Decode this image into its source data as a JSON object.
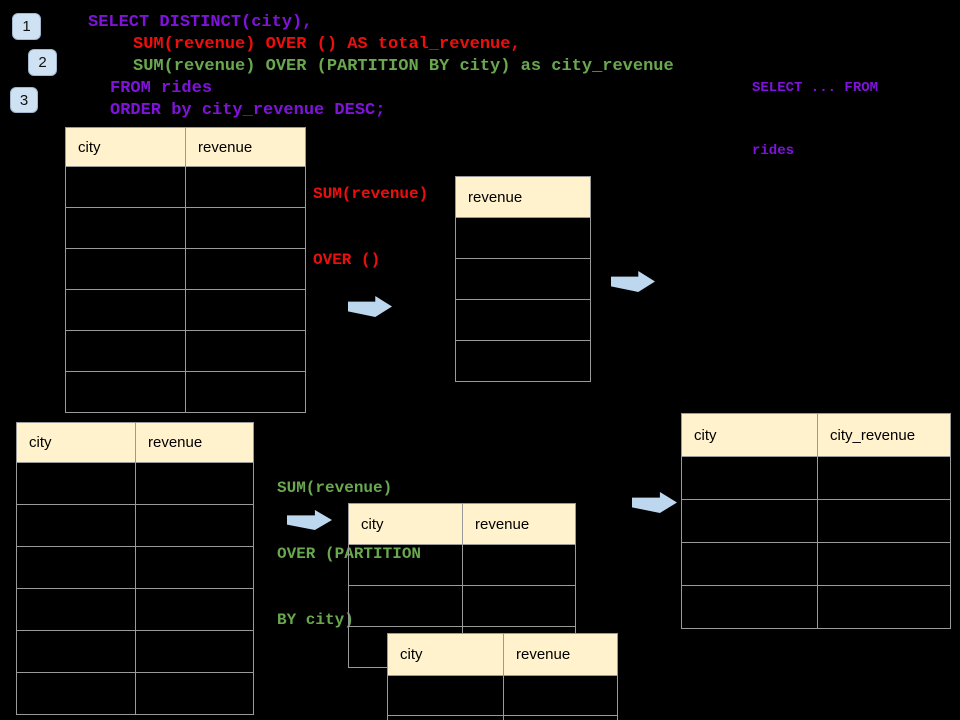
{
  "slide": {
    "badges": [
      {
        "label": "1"
      },
      {
        "label": "2"
      },
      {
        "label": "3"
      }
    ],
    "sql": {
      "line1": "SELECT DISTINCT(city),",
      "line2": "SUM(revenue) OVER () AS total_revenue,",
      "line3": "SUM(revenue) OVER (PARTITION BY city) as city_revenue",
      "line4": "FROM rides",
      "line5": "ORDER by city_revenue DESC;"
    },
    "side_note": {
      "line1": "SELECT ... FROM",
      "line2": "rides"
    },
    "labels": {
      "total_window": {
        "line1": "SUM(revenue)",
        "line2": "OVER ()"
      },
      "partition_window": {
        "line1": "SUM(revenue)",
        "line2": "OVER (PARTITION",
        "line3": "BY city)"
      }
    },
    "tables": {
      "input_top": {
        "headers": [
          "city",
          "revenue"
        ],
        "empty_row_count": 6
      },
      "total_output": {
        "headers": [
          "revenue"
        ],
        "empty_row_count": 4
      },
      "input_bottom": {
        "headers": [
          "city",
          "revenue"
        ],
        "empty_row_count": 6
      },
      "partition_group_a": {
        "headers": [
          "city",
          "revenue"
        ],
        "empty_row_count": 3
      },
      "partition_group_b": {
        "headers": [
          "city",
          "revenue"
        ],
        "empty_row_count": 2
      },
      "final_output": {
        "headers": [
          "city",
          "city_revenue"
        ],
        "empty_row_count": 4
      }
    },
    "colors": {
      "background": "#000000",
      "sql_purple": "#8013db",
      "sql_red": "#ee0e0e",
      "sql_green": "#6aa84f",
      "table_header_fill": "#fff2cc",
      "table_border": "#9a9a9a",
      "arrow_fill": "#bdd7ee",
      "badge_fill": "#cfe2f3"
    }
  }
}
